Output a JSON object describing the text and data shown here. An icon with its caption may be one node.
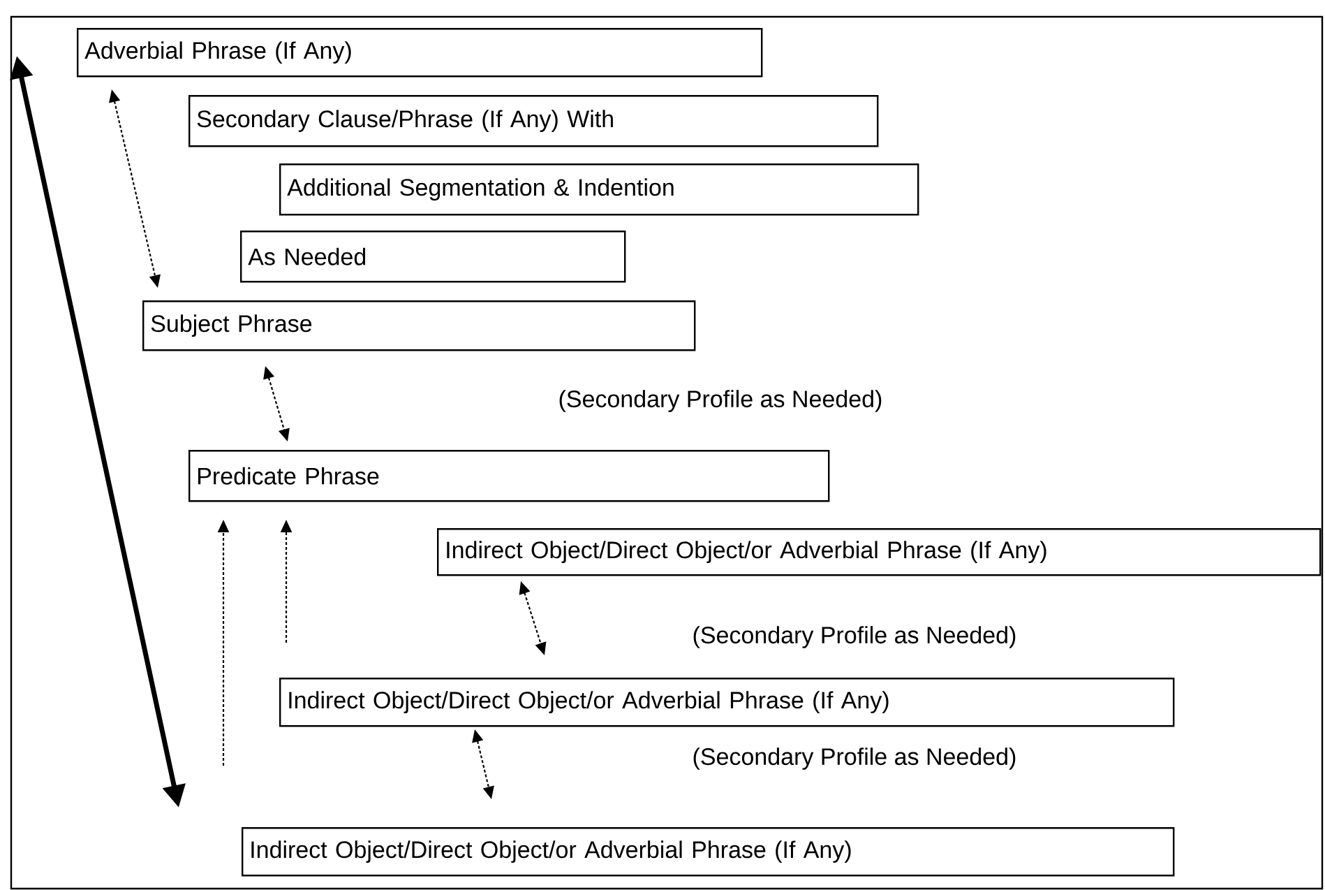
{
  "diagram": {
    "nodes": [
      {
        "text": [
          "Adverbial Phrase (If Any)"
        ]
      },
      {
        "text": [
          "Secondary Clause/Phrase (If Any) With"
        ]
      },
      {
        "text": [
          "Additional Segmentation & Indention"
        ]
      },
      {
        "text": [
          "As Needed"
        ]
      },
      {
        "text": [
          "Subject Phrase"
        ]
      },
      {
        "text": [
          "Predicate Phrase"
        ]
      },
      {
        "text": [
          "Indirect Object/Direct Object/or Adverbial Phrase (If Any)"
        ]
      },
      {
        "text": [
          "Indirect Object/Direct Object/or Adverbial Phrase (If Any)"
        ]
      },
      {
        "text": [
          "Indirect Object/Direct Object/or Adverbial Phrase (If Any)"
        ]
      }
    ],
    "edges": [
      {
        "from": 0,
        "to": 8,
        "arrow": "both",
        "style": "thick"
      },
      {
        "from": 0,
        "to": 4,
        "arrow": "both",
        "style": "dashed"
      },
      {
        "from": 4,
        "to": 5,
        "arrow": "both",
        "style": "dashed"
      },
      {
        "from": null,
        "to": 5,
        "arrow": "to",
        "style": "dashed"
      },
      {
        "from": null,
        "to": 5,
        "arrow": "to",
        "style": "dashed"
      },
      {
        "from": 6,
        "to": 7,
        "arrow": "both",
        "style": "dashed"
      },
      {
        "from": 7,
        "to": 8,
        "arrow": "both",
        "style": "dashed"
      }
    ],
    "labels": [
      "(Secondary Profile as Needed)",
      "(Secondary Profile as Needed)",
      "(Secondary Profile as Needed)"
    ]
  }
}
